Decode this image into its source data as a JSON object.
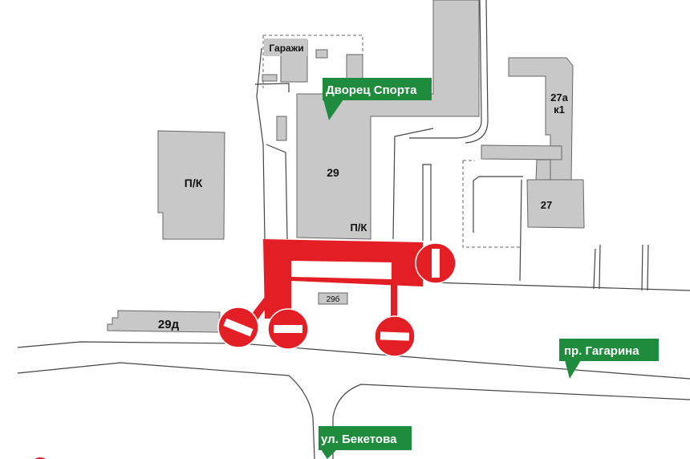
{
  "map": {
    "labels": {
      "garages": "Гаражи",
      "palace": "Дворец Спорта",
      "building_29": "29",
      "pk_left": "П/К",
      "pk_29": "П/К",
      "building_27a": "27а",
      "building_27a_k": "к1",
      "building_27": "27",
      "building_29b": "29б",
      "building_29d": "29д",
      "gagarina": "пр. Гагарина",
      "beketova": "ул. Бекетова"
    },
    "colors": {
      "closure": "#e31e24",
      "label_bg": "#1e8c3c",
      "building": "#c8c8c8"
    },
    "signs": [
      "no-entry",
      "no-entry",
      "no-entry",
      "no-entry"
    ]
  }
}
